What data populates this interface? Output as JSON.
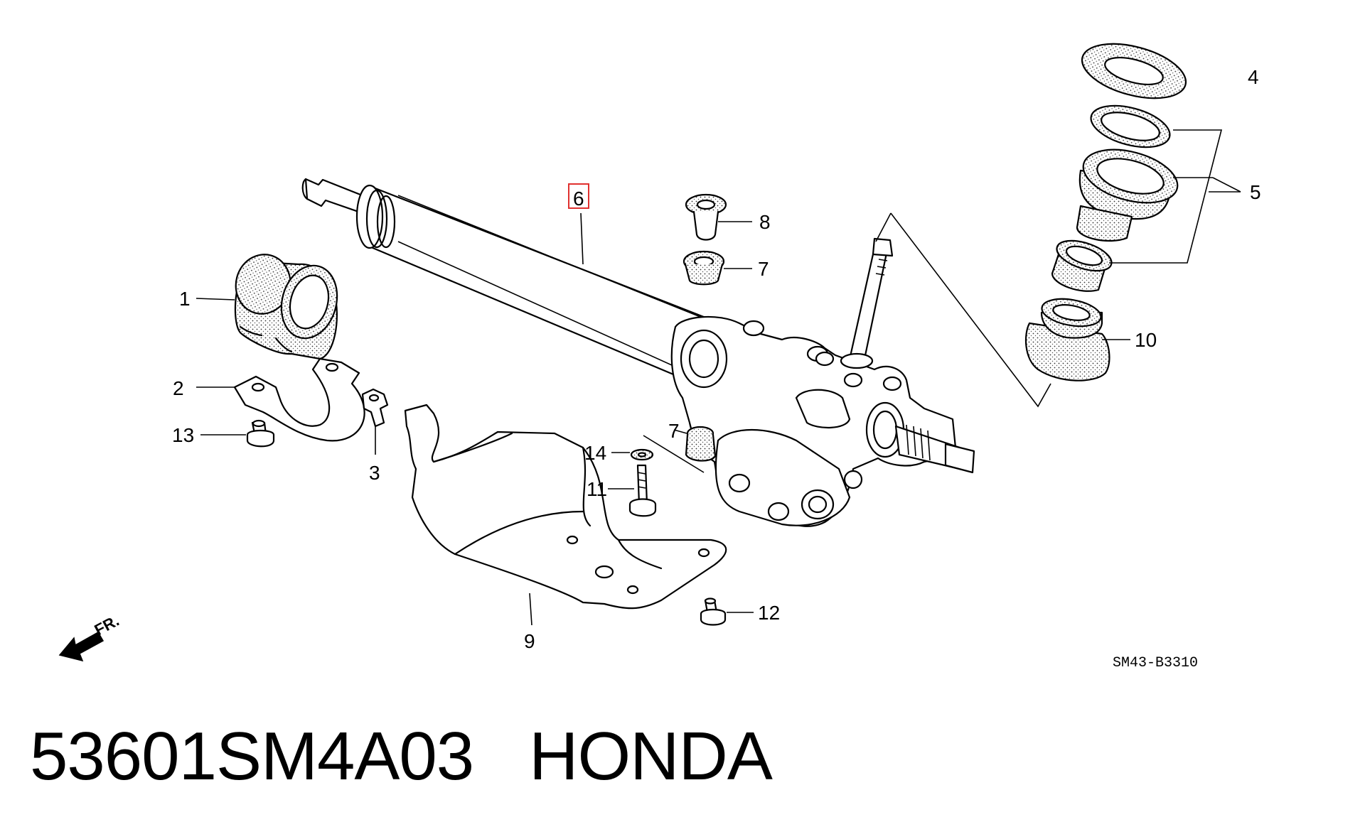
{
  "diagram": {
    "callouts": [
      {
        "id": "1",
        "text": "1"
      },
      {
        "id": "2",
        "text": "2"
      },
      {
        "id": "3",
        "text": "3"
      },
      {
        "id": "4",
        "text": "4"
      },
      {
        "id": "5",
        "text": "5"
      },
      {
        "id": "6",
        "text": "6",
        "highlighted": true
      },
      {
        "id": "7a",
        "text": "7"
      },
      {
        "id": "7b",
        "text": "7"
      },
      {
        "id": "8",
        "text": "8"
      },
      {
        "id": "9",
        "text": "9"
      },
      {
        "id": "10",
        "text": "10"
      },
      {
        "id": "11",
        "text": "11"
      },
      {
        "id": "12",
        "text": "12"
      },
      {
        "id": "13",
        "text": "13"
      },
      {
        "id": "14",
        "text": "14"
      }
    ],
    "figure_code": "SM43-B3310",
    "direction_label": "FR.",
    "highlight_color": "#e0312f"
  },
  "footer": {
    "part_number": "53601SM4A03",
    "brand": "HONDA"
  }
}
